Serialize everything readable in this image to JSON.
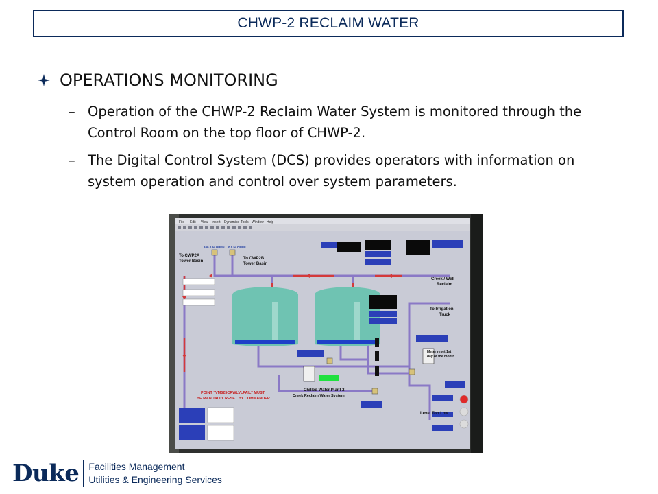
{
  "header": {
    "title": "CHWP-2 RECLAIM WATER"
  },
  "section": {
    "heading": "OPERATIONS MONITORING"
  },
  "bullets": [
    {
      "dash": "–",
      "text": "Operation of the CHWP-2 Reclaim Water System is monitored through the Control Room on the top floor of CHWP-2."
    },
    {
      "dash": "–",
      "text": "The Digital Control System (DCS) provides operators with information on system operation and control over system parameters."
    }
  ],
  "screen": {
    "menu": [
      "File",
      "Edit",
      "View",
      "Insert",
      "Dynamics",
      "Tools",
      "Window",
      "Help"
    ],
    "labels": {
      "cwp2a": "To CWP2A",
      "cwp2a_sub": "Tower Basin",
      "cwp2b": "To CWP2B",
      "cwp2b_sub": "Tower Basin",
      "creek": "Creek / Well",
      "creek_sub": "Reclaim",
      "irrigation": "To Irrigation",
      "irrigation_sub": "Truck",
      "meter": "Meter reset 1st",
      "meter_sub": "day of the month",
      "level": "Level Too Low",
      "plant": "Chilled Water Plant 2",
      "plant_sub": "Creek Reclaim Water System",
      "point": "POINT \"VM525CRWLVLFAIL\" MUST",
      "point_sub": "BE MANUALLY RESET BY COMMANDER",
      "open_a": "100.0 % OPEN",
      "open_b": "0.0 % OPEN"
    }
  },
  "footer": {
    "brand": "Duke",
    "line1": "Facilities Management",
    "line2": "Utilities & Engineering Services"
  },
  "colors": {
    "navy": "#0b2a5a",
    "screen_bg": "#c9cbd6",
    "tank": "#6fc3b2",
    "pipe": "#8a79c6",
    "pipe_red": "#d43a3a",
    "alarm_red": "#e02a2a"
  }
}
